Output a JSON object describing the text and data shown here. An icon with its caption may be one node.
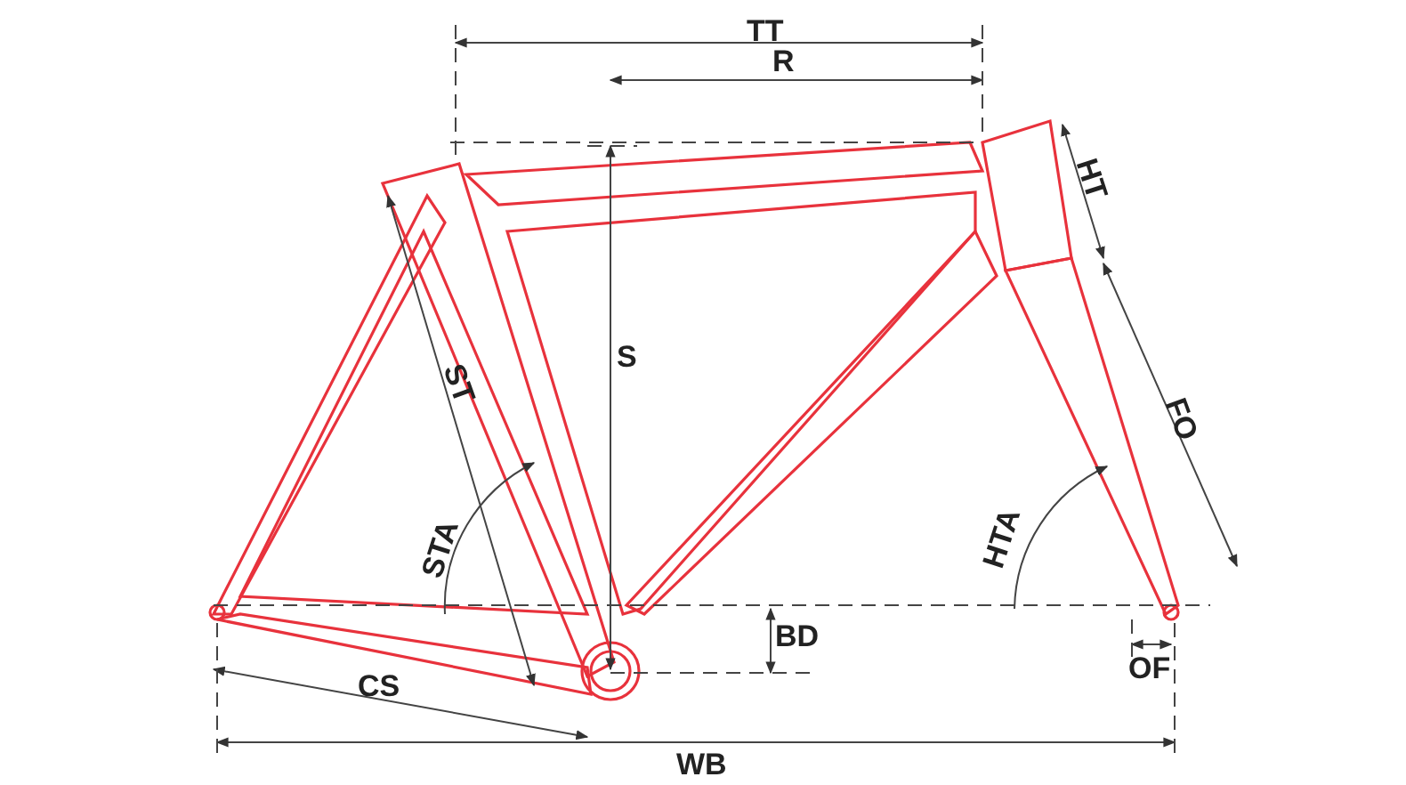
{
  "diagram": {
    "labels": [
      "TT",
      "R",
      "HT",
      "S",
      "ST",
      "FO",
      "STA",
      "HTA",
      "BD",
      "CS",
      "OF",
      "WB"
    ]
  }
}
